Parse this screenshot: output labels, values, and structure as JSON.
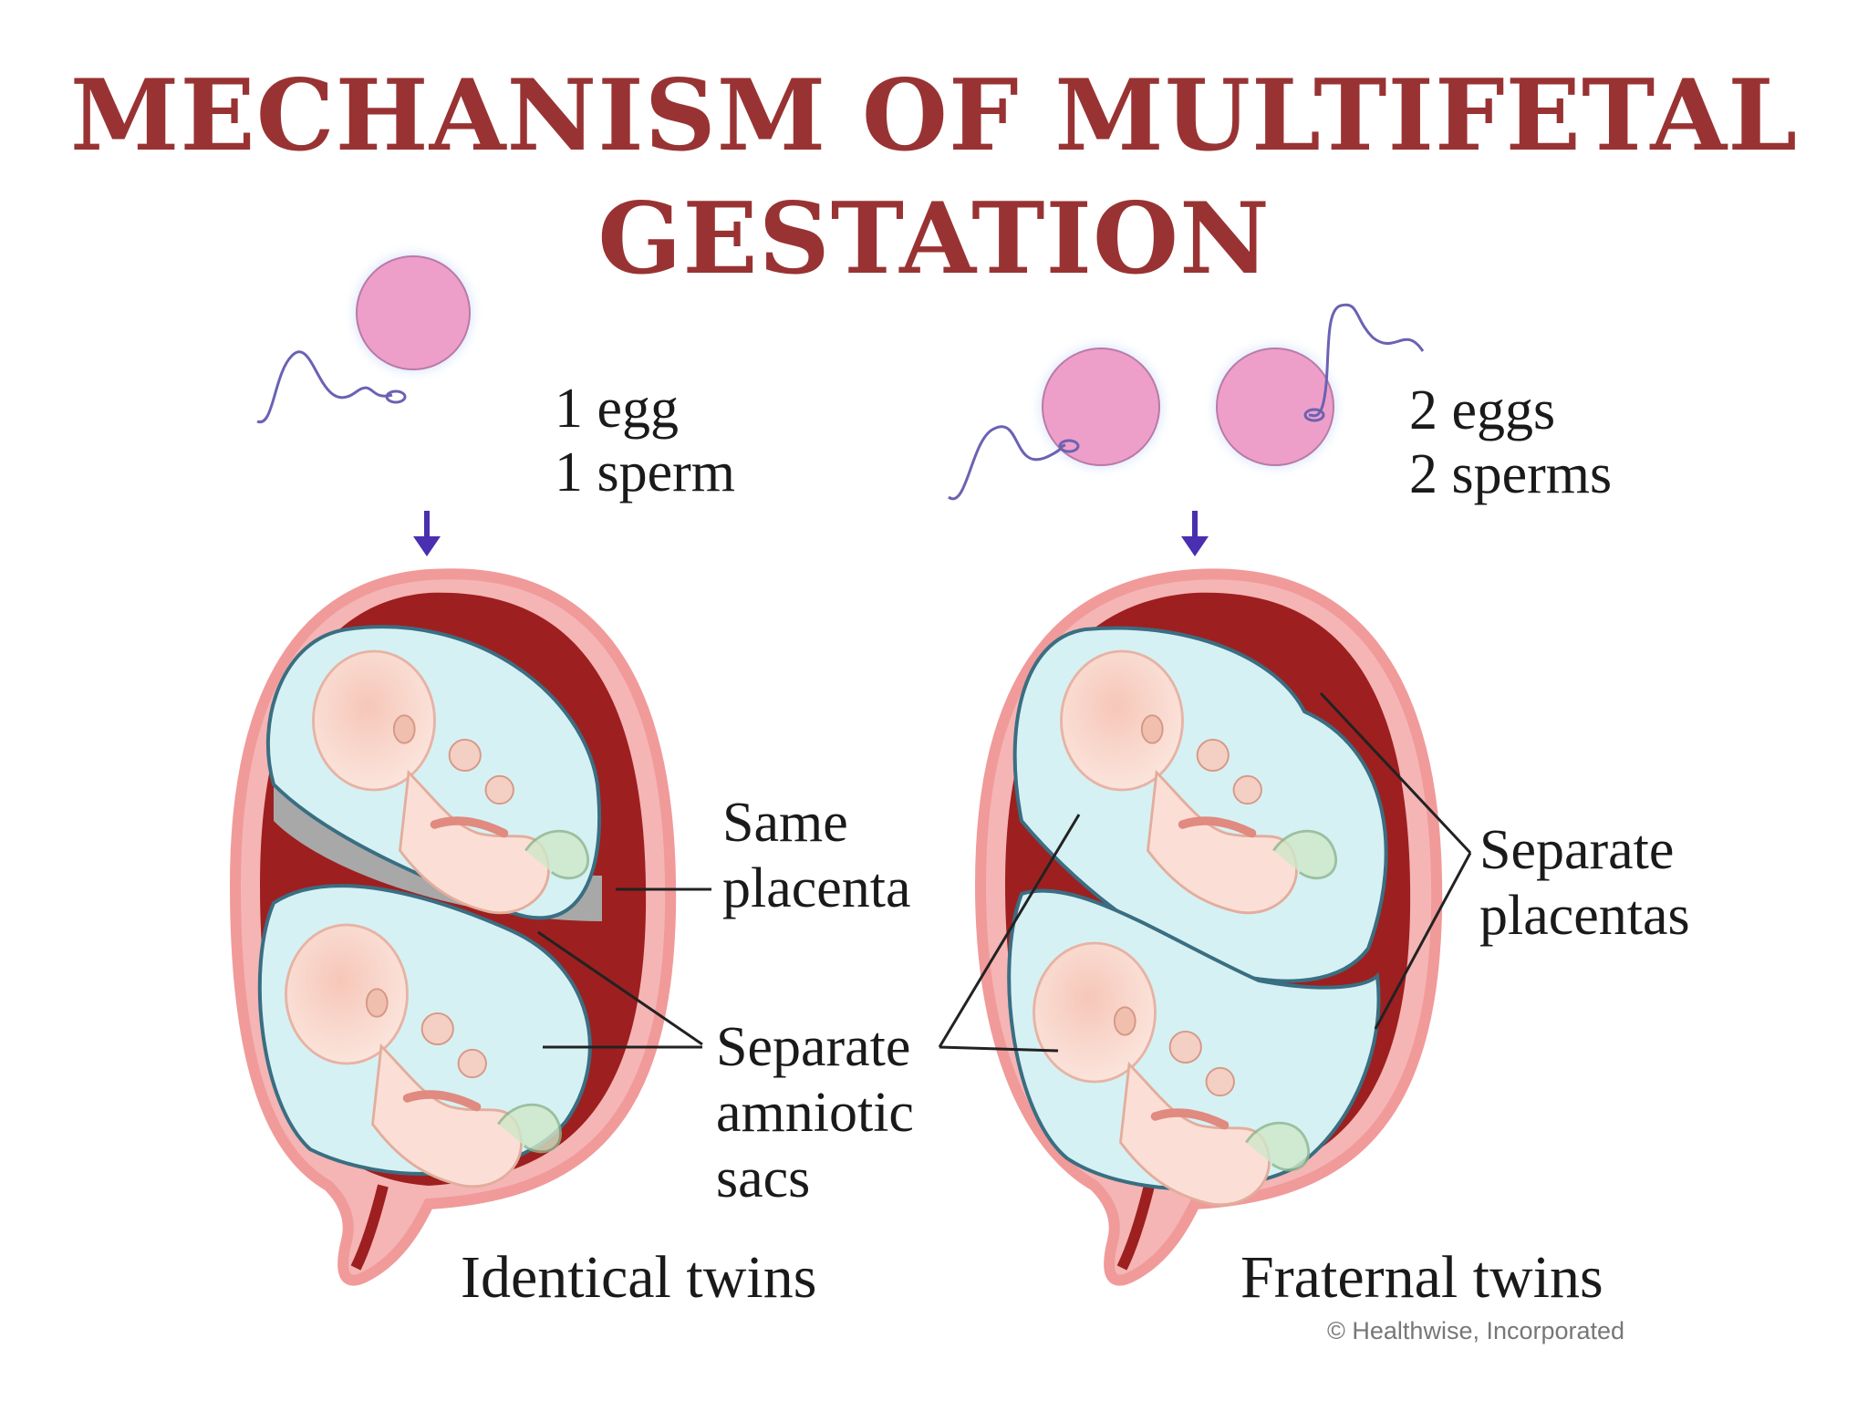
{
  "title": {
    "line1": "MECHANISM OF MULTIFETAL",
    "line2": "GESTATION"
  },
  "colors": {
    "title": "#993333",
    "uterus_outer": "#f19a9a",
    "uterus_wall": "#f5b5b5",
    "placenta": "#9e1f1f",
    "amniotic_sac": "#d6f1f4",
    "sac_outline": "#3a6e82",
    "egg": "#ee9fc9",
    "egg_glow": "#c9d9f6",
    "sperm": "#6a62b3",
    "arrow": "#4a2fb0",
    "fetus": "#f4d2c6"
  },
  "left": {
    "inputs": [
      "1 egg",
      "1 sperm"
    ],
    "labels": {
      "placenta": "Same",
      "placenta2": "placenta",
      "sacs1": "Separate",
      "sacs2": "amniotic",
      "sacs3": "sacs"
    },
    "caption": "Identical twins"
  },
  "right": {
    "inputs": [
      "2 eggs",
      "2 sperms"
    ],
    "labels": {
      "placentas1": "Separate",
      "placentas2": "placentas"
    },
    "caption": "Fraternal twins"
  },
  "credit": "© Healthwise, Incorporated"
}
